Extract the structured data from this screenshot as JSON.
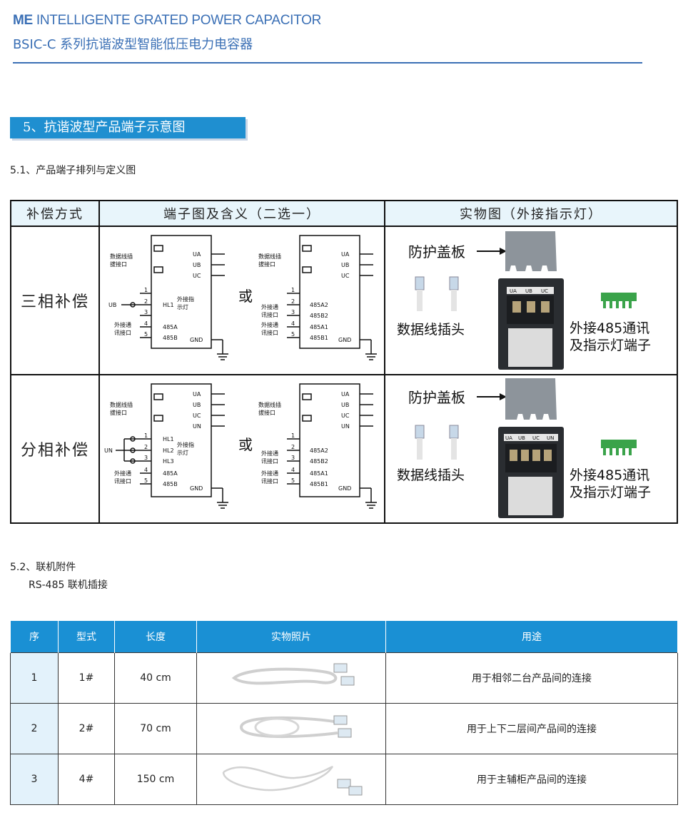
{
  "header": {
    "line1_bold": "ME",
    "line1_rest": " INTELLIGENTE GRATED POWER CAPACITOR",
    "line2": "BSIC-C 系列抗谐波型智能低压电力电容器"
  },
  "section": {
    "title": "5、抗谐波型产品端子示意图",
    "sub1": "5.1、产品端子排列与定义图",
    "sub2": "5.2、联机附件",
    "sub2_line2": "RS-485 联机插接"
  },
  "terminal_table": {
    "headers": [
      "补偿方式",
      "端子图及含义（二选一）",
      "实物图（外接指示灯）"
    ],
    "rows": [
      {
        "mode": "三相补偿"
      },
      {
        "mode": "分相补偿"
      }
    ],
    "diagram": {
      "data_port": "数据线插",
      "data_port2": "拔接口",
      "or": "或",
      "ext_lamp": "外接指",
      "ext_lamp2": "示灯",
      "ext_comm": "外接通",
      "ext_comm2": "讯接口",
      "ua": "UA",
      "ub": "UB",
      "uc": "UC",
      "un": "UN",
      "gnd": "GND",
      "ub_in": "UB",
      "un_in": "UN",
      "hl1": "HL1",
      "hl2": "HL2",
      "hl3": "HL3",
      "p485a": "485A",
      "p485b": "485B",
      "p485a2": "485A2",
      "p485b2": "485B2",
      "p485a1": "485A1",
      "p485b1": "485B1",
      "n1": "1",
      "n2": "2",
      "n3": "3",
      "n4": "4",
      "n5": "5"
    },
    "photo": {
      "cover": "防护盖板",
      "plug": "数据线插头",
      "terminal_line1": "外接485通讯",
      "terminal_line2": "及指示灯端子",
      "labels3": [
        "UA",
        "UB",
        "UC"
      ],
      "labels4": [
        "UA",
        "UB",
        "UC",
        "UN"
      ]
    }
  },
  "accessory_table": {
    "headers": [
      "序",
      "型式",
      "长度",
      "实物照片",
      "用途"
    ],
    "rows": [
      {
        "idx": "1",
        "type": "1#",
        "length": "40 cm",
        "use": "用于相邻二台产品间的连接"
      },
      {
        "idx": "2",
        "type": "2#",
        "length": "70 cm",
        "use": "用于上下二层间产品间的连接"
      },
      {
        "idx": "3",
        "type": "4#",
        "length": "150 cm",
        "use": "用于主辅柜产品间的连接"
      }
    ]
  },
  "colors": {
    "accent": "#1a90d4",
    "header_text": "#3a6fb5",
    "light_bg": "#e3f2fb"
  }
}
